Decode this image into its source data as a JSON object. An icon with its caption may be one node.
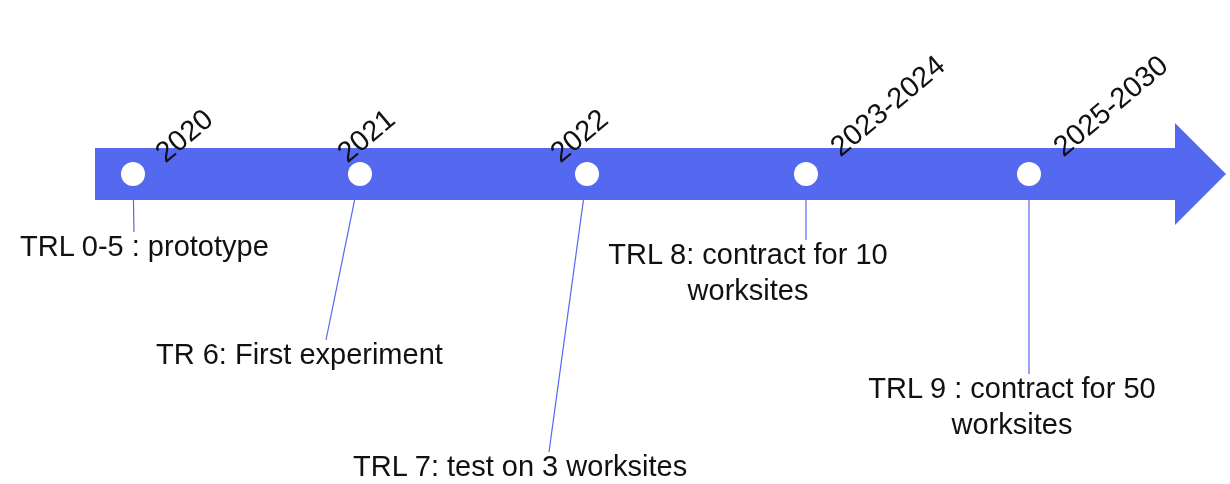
{
  "diagram": {
    "nodes": [
      {
        "text": [
          "TRL 0-5 : prototype"
        ]
      },
      {
        "text": [
          "TR 6: First experiment"
        ]
      },
      {
        "text": [
          "TRL 7: test on 3 worksites"
        ]
      },
      {
        "text": [
          "TRL 8: contract for 10 worksites"
        ]
      },
      {
        "text": [
          "TRL 9 : contract for 50 worksites"
        ]
      },
      {
        "text": [],
        "shape": "circle"
      },
      {
        "text": [],
        "shape": "circle"
      },
      {
        "text": [],
        "shape": "circle"
      },
      {
        "text": [],
        "shape": "circle"
      },
      {
        "text": [],
        "shape": "circle"
      }
    ],
    "edges": [
      {
        "from": 0,
        "to": 5,
        "arrow": "none"
      },
      {
        "from": 1,
        "to": 6,
        "arrow": "none"
      },
      {
        "from": 2,
        "to": 7,
        "arrow": "none"
      },
      {
        "from": 3,
        "to": 8,
        "arrow": "none"
      },
      {
        "from": 4,
        "to": 9,
        "arrow": "none"
      }
    ],
    "labels": [
      "2020",
      "2021",
      "2022",
      "2023-2024",
      "2025-2030"
    ]
  }
}
